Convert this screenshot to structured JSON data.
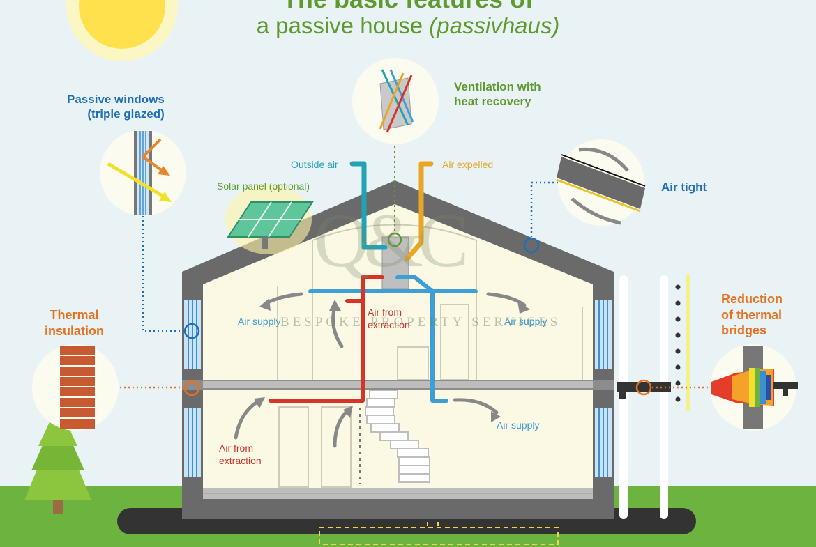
{
  "title_line1": "The basic features of",
  "title_line2_main": "a passive house",
  "title_line2_italic": "(passivhaus)",
  "labels": {
    "passive_windows": [
      "Passive windows",
      "(triple glazed)"
    ],
    "ventilation": [
      "Ventilation with",
      "heat recovery"
    ],
    "air_tight": "Air tight",
    "thermal_insulation": [
      "Thermal",
      "insulation"
    ],
    "thermal_bridges": [
      "Reduction",
      "of thermal",
      "bridges"
    ],
    "outside_air": "Outside air",
    "air_expelled": "Air expelled",
    "solar_panel": "Solar panel (optional)",
    "air_supply": "Air supply",
    "air_from_extraction": [
      "Air from",
      "extraction"
    ]
  },
  "watermark": {
    "logo": "Q&C",
    "tagline": "BESPOKE PROPERTY SERVICES"
  },
  "colors": {
    "title_green": "#5f9a2e",
    "label_blue": "#1e6fb8",
    "label_orange": "#e8711f",
    "label_teal": "#1fa3b5",
    "label_amber": "#e8a526",
    "label_red": "#c8332b",
    "wall_grey": "#6a6a6a",
    "interior_cream": "#fbf8e4",
    "grass": "#6db33f",
    "sky": "#e9f3f5"
  }
}
